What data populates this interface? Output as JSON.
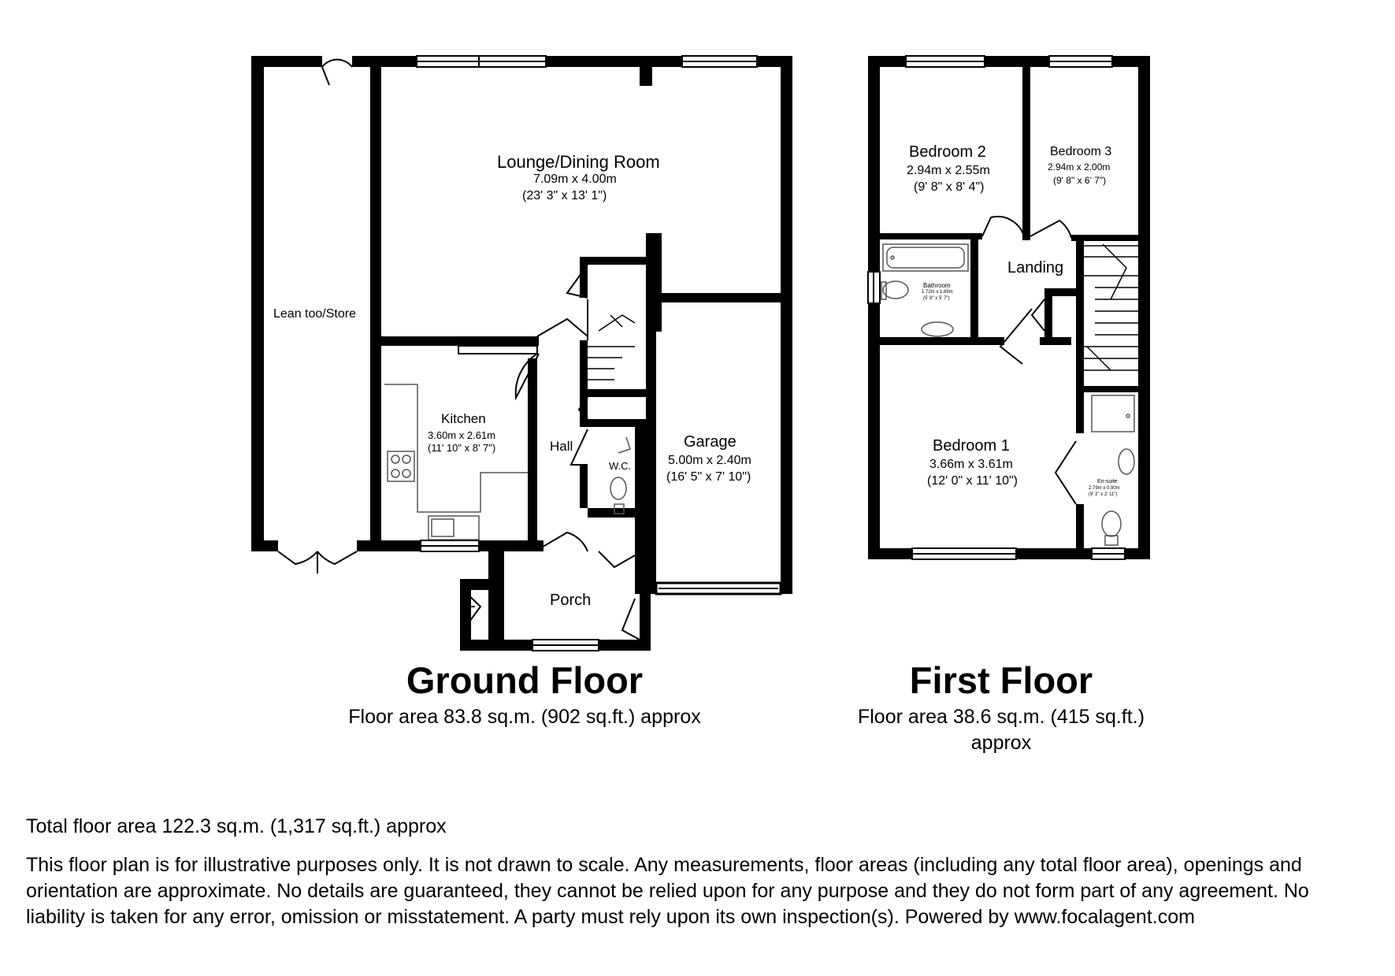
{
  "ground_floor": {
    "title": "Ground Floor",
    "area": "Floor area 83.8 sq.m. (902 sq.ft.) approx",
    "rooms": {
      "lounge": {
        "name": "Lounge/Dining Room",
        "metric": "7.09m x 4.00m",
        "imperial": "(23' 3\" x 13' 1\")"
      },
      "lean_too": {
        "name": "Lean too/Store"
      },
      "kitchen": {
        "name": "Kitchen",
        "metric": "3.60m x 2.61m",
        "imperial": "(11' 10\" x 8' 7\")"
      },
      "hall": {
        "name": "Hall"
      },
      "wc": {
        "name": "W.C."
      },
      "garage": {
        "name": "Garage",
        "metric": "5.00m x 2.40m",
        "imperial": "(16' 5\" x 7' 10\")"
      },
      "porch": {
        "name": "Porch"
      }
    }
  },
  "first_floor": {
    "title": "First Floor",
    "area_line1": "Floor area 38.6 sq.m. (415 sq.ft.)",
    "area_line2": "approx",
    "rooms": {
      "bedroom2": {
        "name": "Bedroom 2",
        "metric": "2.94m x 2.55m",
        "imperial": "(9' 8\" x 8' 4\")"
      },
      "bedroom3": {
        "name": "Bedroom 3",
        "metric": "2.94m x 2.00m",
        "imperial": "(9' 8\" x 6' 7\")"
      },
      "landing": {
        "name": "Landing"
      },
      "bathroom": {
        "name": "Bathroom",
        "metric": "1.72m x 1.69m",
        "imperial": "(5' 8\" x 5' 7\")"
      },
      "bedroom1": {
        "name": "Bedroom 1",
        "metric": "3.66m x 3.61m",
        "imperial": "(12' 0\" x 11' 10\")"
      },
      "ensuite": {
        "name": "En-suite",
        "metric": "2.79m x 0.90m",
        "imperial": "(9' 2\" x 2' 11\")"
      }
    }
  },
  "total_area": "Total floor area 122.3 sq.m. (1,317 sq.ft.) approx",
  "disclaimer": "This floor plan is for illustrative purposes only. It is not drawn to scale. Any measurements, floor areas (including any total floor area), openings and orientation are approximate. No details are guaranteed, they cannot be relied upon for any purpose and they do not form part of any agreement. No liability is taken for any error, omission or misstatement. A party must rely upon its own inspection(s). Powered by www.focalagent.com",
  "colors": {
    "wall": "#000000",
    "background": "#ffffff",
    "fixture": "#555555"
  }
}
